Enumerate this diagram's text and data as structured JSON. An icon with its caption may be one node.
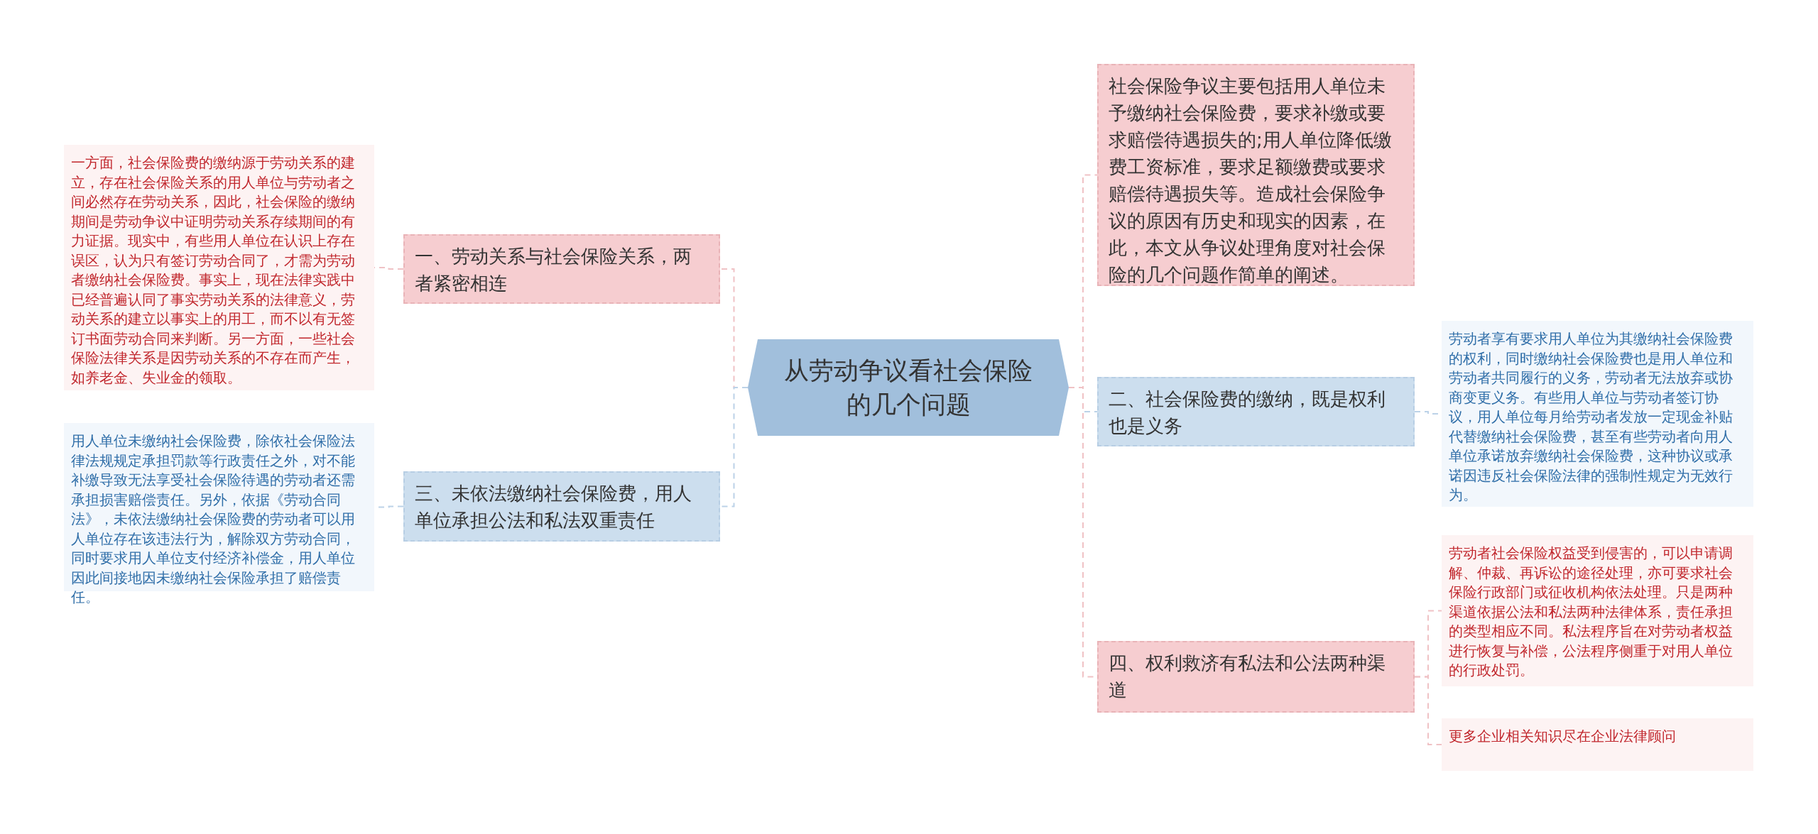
{
  "diagram": {
    "nodes": [
      {
        "text": [
          "从劳动争议看社会保险的几个问题"
        ]
      },
      {
        "text": [
          "一、劳动关系与社会保险关系，两者紧密相连"
        ]
      },
      {
        "text": [
          "一方面，社会保险费的缴纳源于劳动关系的建立，存在社会保险关系的用人单位与劳动者之间必然存在劳动关系，因此，社会保险的缴纳期间是劳动争议中证明劳动关系存续期间的有力证据。现实中，有些用人单位在认识上存在误区，认为只有签订劳动合同了，才需为劳动者缴纳社会保险费。事实上，现在法律实践中已经普遍认同了事实劳动关系的法律意义，劳动关系的建立以事实上的用工，而不以有无签订书面劳动合同来判断。另一方面，一些社会保险法律关系是因劳动关系的不存在而产生，如养老金、失业金的领取。"
        ]
      },
      {
        "text": [
          "三、未依法缴纳社会保险费，用人单位承担公法和私法双重责任"
        ]
      },
      {
        "text": [
          "用人单位未缴纳社会保险费，除依社会保险法律法规规定承担罚款等行政责任之外，对不能补缴导致无法享受社会保险待遇的劳动者还需承担损害赔偿责任。另外，依据《劳动合同法》，未依法缴纳社会保险费的劳动者可以用人单位存在该违法行为，解除双方劳动合同，同时要求用人单位支付经济补偿金，用人单位因此间接地因未缴纳社会保险承担了赔偿责任。"
        ]
      },
      {
        "text": [
          "社会保险争议主要包括用人单位未予缴纳社会保险费，要求补缴或要求赔偿待遇损失的;用人单位降低缴费工资标准，要求足额缴费或要求赔偿待遇损失等。造成社会保险争议的原因有历史和现实的因素，在此，本文从争议处理角度对社会保险的几个问题作简单的阐述。"
        ]
      },
      {
        "text": [
          "二、社会保险费的缴纳，既是权利也是义务"
        ]
      },
      {
        "text": [
          "劳动者享有要求用人单位为其缴纳社会保险费的权利，同时缴纳社会保险费也是用人单位和劳动者共同履行的义务，劳动者无法放弃或协商变更义务。有些用人单位与劳动者签订协议，用人单位每月给劳动者发放一定现金补贴代替缴纳社会保险费，甚至有些劳动者向用人单位承诺放弃缴纳社会保险费，这种协议或承诺因违反社会保险法律的强制性规定为无效行为。"
        ]
      },
      {
        "text": [
          "四、权利救济有私法和公法两种渠道"
        ]
      },
      {
        "text": [
          "劳动者社会保险权益受到侵害的，可以申请调解、仲裁、再诉讼的途径处理，亦可要求社会保险行政部门或征收机构依法处理。只是两种渠道依据公法和私法两种法律体系，责任承担的类型相应不同。私法程序旨在对劳动者权益进行恢复与补偿，公法程序侧重于对用人单位的行政处罚。"
        ]
      },
      {
        "text": [
          "更多企业相关知识尽在企业法律顾问"
        ]
      }
    ],
    "edges": [
      {
        "from": 0,
        "to": 1,
        "arrow": "none"
      },
      {
        "from": 1,
        "to": 2,
        "arrow": "none"
      },
      {
        "from": 0,
        "to": 3,
        "arrow": "none",
        "color": "#bcd2e8"
      },
      {
        "from": 3,
        "to": 4,
        "arrow": "none",
        "color": "#bcd2e8"
      },
      {
        "from": 0,
        "to": 5,
        "arrow": "none"
      },
      {
        "from": 0,
        "to": 6,
        "arrow": "none",
        "color": "#bcd2e8"
      },
      {
        "from": 6,
        "to": 7,
        "arrow": "none",
        "color": "#bcd2e8"
      },
      {
        "from": 0,
        "to": 8,
        "arrow": "none"
      },
      {
        "from": 8,
        "to": 9,
        "arrow": "none"
      },
      {
        "from": 8,
        "to": 10,
        "arrow": "none"
      }
    ]
  }
}
